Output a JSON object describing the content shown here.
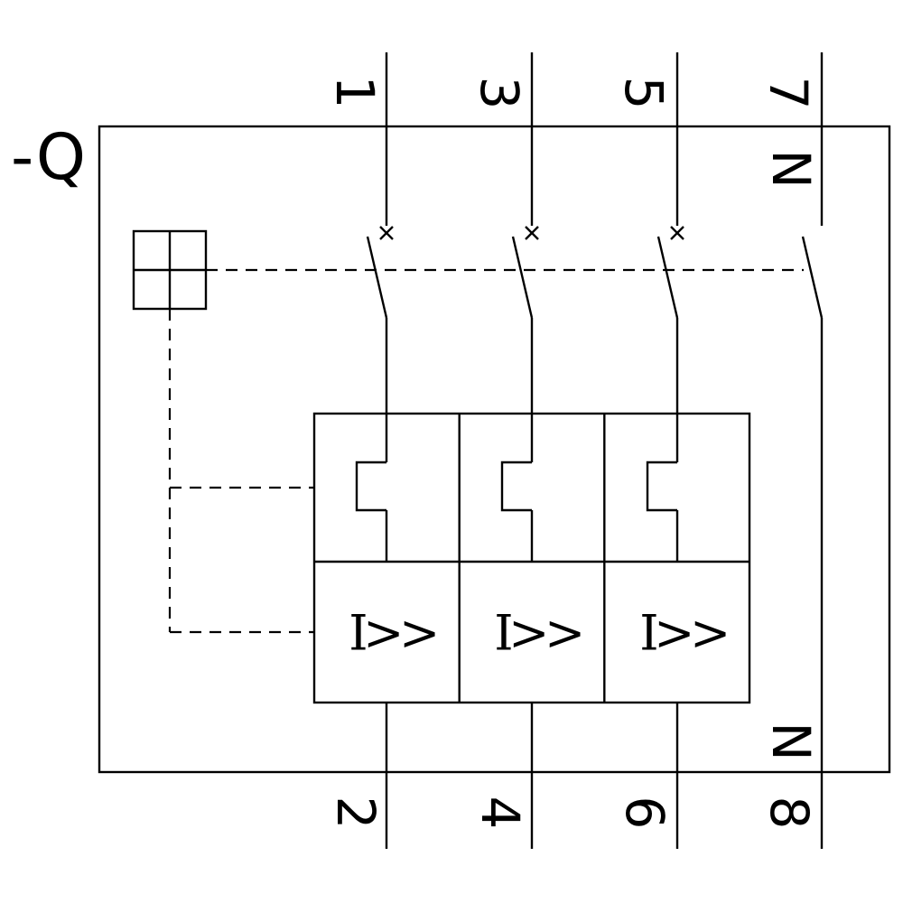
{
  "device": {
    "reference_label": "-Q"
  },
  "terminals": {
    "top": [
      "1",
      "3",
      "5",
      "7"
    ],
    "bottom": [
      "2",
      "4",
      "6",
      "8"
    ],
    "neutral_top": "N",
    "neutral_bottom": "N"
  },
  "trip_units": [
    {
      "label": "I>>"
    },
    {
      "label": "I>>"
    },
    {
      "label": "I>>"
    }
  ],
  "icons": {
    "contact_cross": "circuit-breaker-function-cross",
    "actuator_window": "operating-mechanism-symbol",
    "thermal_detour": "thermal-overload-release-symbol"
  },
  "colors": {
    "line": "#000000",
    "background": "#ffffff"
  }
}
